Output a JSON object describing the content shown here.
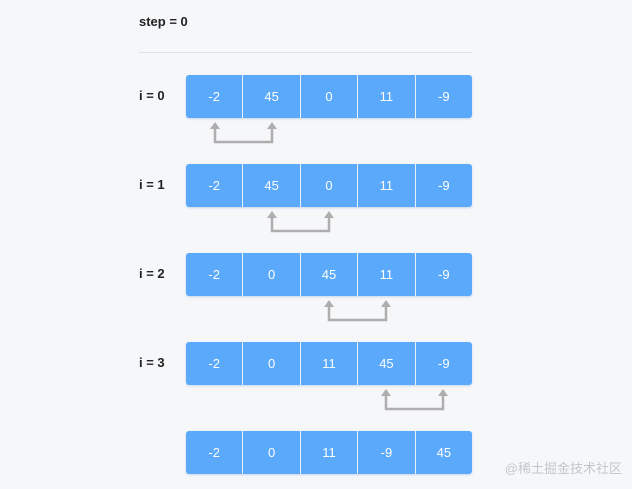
{
  "title": "step = 0",
  "rows": [
    {
      "label": "i = 0",
      "values": [
        "-2",
        "45",
        "0",
        "11",
        "-9"
      ],
      "swap": [
        0,
        1
      ]
    },
    {
      "label": "i = 1",
      "values": [
        "-2",
        "45",
        "0",
        "11",
        "-9"
      ],
      "swap": [
        1,
        2
      ]
    },
    {
      "label": "i = 2",
      "values": [
        "-2",
        "0",
        "45",
        "11",
        "-9"
      ],
      "swap": [
        2,
        3
      ]
    },
    {
      "label": "i = 3",
      "values": [
        "-2",
        "0",
        "11",
        "45",
        "-9"
      ],
      "swap": [
        3,
        4
      ]
    },
    {
      "label": "",
      "values": [
        "-2",
        "0",
        "11",
        "-9",
        "45"
      ],
      "swap": null
    }
  ],
  "watermark": "@稀土掘金技术社区",
  "colors": {
    "cell": "#5aa9fb",
    "cell_text": "#ffffff",
    "arrow": "#aeaeae",
    "background": "#f6f7f9"
  }
}
